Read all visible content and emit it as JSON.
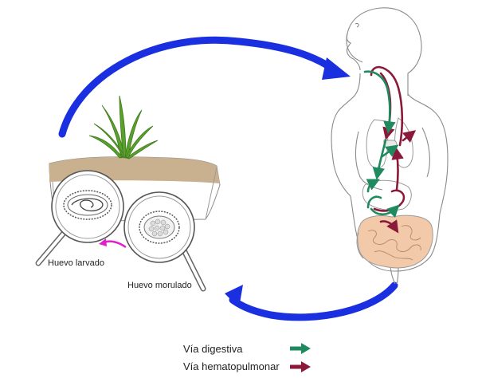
{
  "labels": {
    "egg_larvated": "Huevo larvado",
    "egg_morulated": "Huevo morulado"
  },
  "legend": [
    {
      "label": "Vía digestiva",
      "color": "#1f8a5e",
      "icon": "green-arrow-icon"
    },
    {
      "label": "Vía hematopulmonar",
      "color": "#8b1a3a",
      "icon": "maroon-arrow-icon"
    }
  ],
  "colors": {
    "cycle_arrow": "#1a2fe0",
    "soil": "#c9b08f",
    "plant": "#5aa02c",
    "intestine": "#f2c9a9",
    "embryonation_arrow": "#e020c8"
  }
}
